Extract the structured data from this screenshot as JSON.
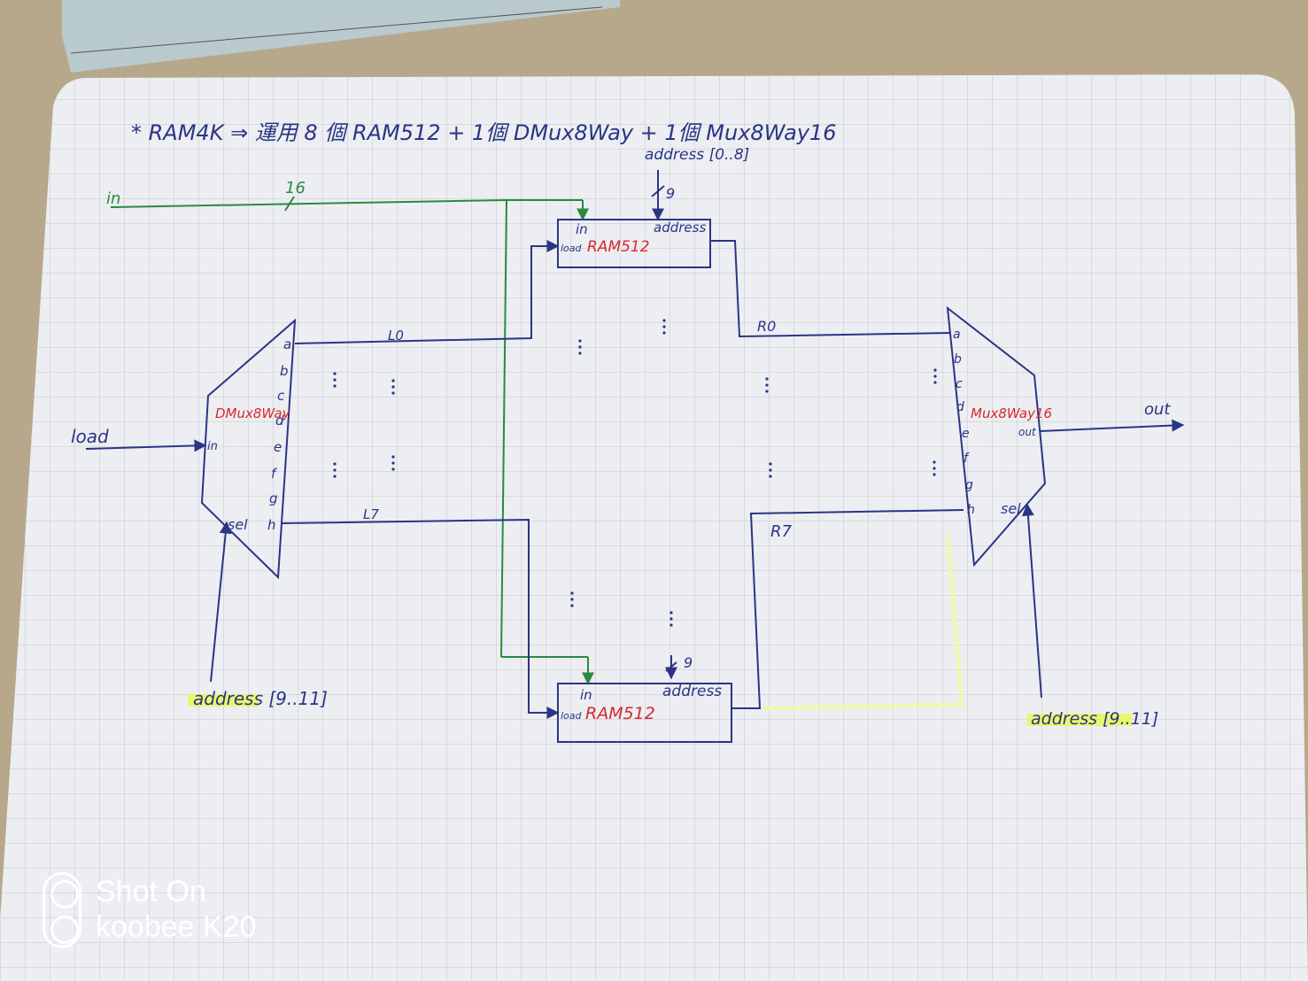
{
  "title": "* RAM4K ⇒ 運用 8 個 RAM512 + 1個 DMux8Way + 1個 Mux8Way16",
  "in_label": "in",
  "bus_width_label": "16",
  "address_top_label": "address [0..8]",
  "address_width_label": "9",
  "ram_top": {
    "in": "in",
    "address": "address",
    "load": "load",
    "name": "RAM512"
  },
  "ram_bottom": {
    "in": "in",
    "address": "address",
    "load": "load",
    "name": "RAM512"
  },
  "dmux": {
    "name": "DMux8Way",
    "in": "in",
    "sel": "sel",
    "ports": [
      "a",
      "b",
      "c",
      "d",
      "e",
      "f",
      "g",
      "h"
    ]
  },
  "mux": {
    "name": "Mux8Way16",
    "out": "out",
    "sel": "sel",
    "ports": [
      "a",
      "b",
      "c",
      "d",
      "e",
      "f",
      "g",
      "h"
    ]
  },
  "load_label": "load",
  "out_label": "out",
  "wire_L0": "L0",
  "wire_L7": "L7",
  "wire_R0": "R0",
  "wire_R7": "R7",
  "address_sel_left": "address [9..11]",
  "address_sel_right": "address [9..11]",
  "watermark": {
    "line1": "Shot On",
    "line2": "koobee K20"
  },
  "colors": {
    "ink": "#2a3584",
    "red": "#d8282c",
    "green": "#2a8a3e",
    "highlight": "#e9f75a"
  }
}
